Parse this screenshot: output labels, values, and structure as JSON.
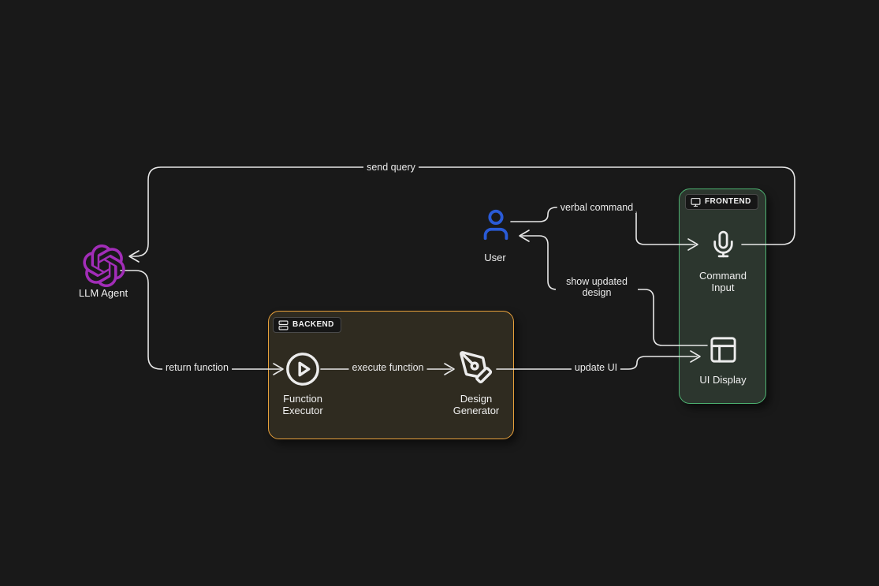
{
  "diagram": {
    "background_color": "#191919",
    "line_color": "#e8e8e8",
    "nodes": {
      "llm_agent": {
        "label": "LLM Agent",
        "icon": "openai-logo-icon",
        "accent_color": "#a22db8"
      },
      "user": {
        "label": "User",
        "icon": "user-icon",
        "accent_color": "#2a5bd7"
      },
      "command_input": {
        "label": "Command Input",
        "icon": "microphone-icon"
      },
      "ui_display": {
        "label": "UI Display",
        "icon": "layout-panels-icon"
      },
      "function_executor": {
        "label": "Function Executor",
        "icon": "play-circle-icon"
      },
      "design_generator": {
        "label": "Design Generator",
        "icon": "pen-tool-icon"
      }
    },
    "groups": {
      "frontend": {
        "label": "FRONTEND",
        "icon": "monitor-icon",
        "border_color": "#4db271",
        "fill_color": "#2c362e"
      },
      "backend": {
        "label": "BACKEND",
        "icon": "server-icon",
        "border_color": "#e9a13b",
        "fill_color": "#2f2b20"
      }
    },
    "edges": {
      "send_query": {
        "label": "send query",
        "from": "command_input",
        "to": "llm_agent"
      },
      "return_function": {
        "label": "return function",
        "from": "llm_agent",
        "to": "function_executor"
      },
      "execute_function": {
        "label": "execute function",
        "from": "function_executor",
        "to": "design_generator"
      },
      "update_ui": {
        "label": "update UI",
        "from": "design_generator",
        "to": "ui_display"
      },
      "verbal_command": {
        "label": "verbal command",
        "from": "user",
        "to": "command_input"
      },
      "show_updated_design": {
        "label": "show updated design",
        "from": "ui_display",
        "to": "user"
      }
    }
  }
}
